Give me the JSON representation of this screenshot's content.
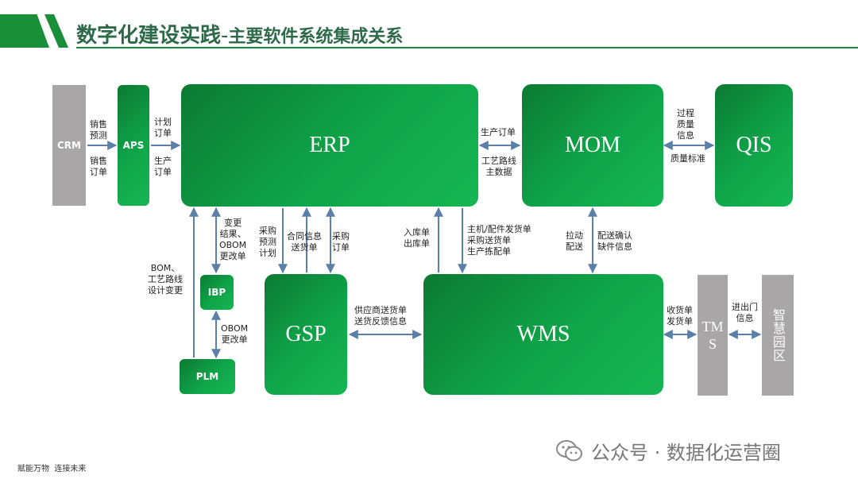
{
  "title": {
    "main": "数字化建设实践",
    "separator": "-",
    "sub": "主要软件系统集成关系"
  },
  "systems": {
    "crm": "CRM",
    "aps": "APS",
    "erp": "ERP",
    "mom": "MOM",
    "qis": "QIS",
    "ibp": "IBP",
    "plm": "PLM",
    "gsp": "GSP",
    "wms": "WMS",
    "tms": "TMS",
    "park": "智慧园区"
  },
  "labels": {
    "crm_aps_top": "销售\n预测",
    "crm_aps_bottom": "销售\n订单",
    "aps_erp_top": "计划\n订单",
    "aps_erp_bottom": "生产\n订单",
    "erp_mom_top": "生产订单",
    "erp_mom_bottom": "工艺路线\n主数据",
    "mom_qis_top": "过程\n质量\n信息",
    "mom_qis_bottom": "质量标准",
    "erp_ibp": "变更\n结果、\nOBOM\n更改单",
    "plm_erp": "BOM、\n工艺路线\n设计变更",
    "plm_ibp": "OBOM\n更改单",
    "gsp_erp_1": "采购\n预测\n计划",
    "gsp_erp_2": "合同信息\n送货单",
    "gsp_erp_3": "采购\n订单",
    "wms_erp_1": "入库单\n出库单",
    "wms_erp_2": "主机/配件发货单\n采购送货单\n生产拣配单",
    "mom_wms_1": "拉动\n配送",
    "mom_wms_2": "配送确认\n缺件信息",
    "gsp_wms": "供应商送货单\n送货反馈信息",
    "wms_tms": "收货单\n发货单",
    "tms_park": "进出门\n信息"
  },
  "footer": {
    "slogan": "赋能万物  连接未来",
    "watermark": "公众号 · 数据化运营圈"
  },
  "colors": {
    "green": "#0fa54a",
    "gray": "#a8a6a6",
    "title": "#2e6a49",
    "arrow": "#5a7fa8"
  }
}
